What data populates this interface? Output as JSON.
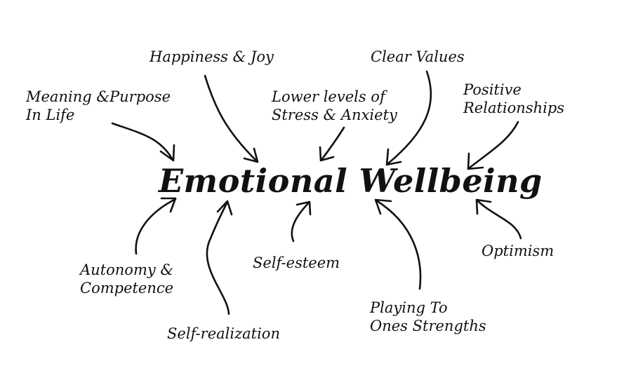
{
  "center": "Emotional Wellbeing",
  "labels": {
    "happiness": "Happiness & Joy",
    "clear_values": "Clear Values",
    "meaning": "Meaning &Purpose\nIn Life",
    "stress": "Lower levels of\nStress & Anxiety",
    "relationships": "Positive\nRelationships",
    "autonomy": "Autonomy &\nCompetence",
    "self_esteem": "Self-esteem",
    "optimism": "Optimism",
    "playing": "Playing To\nOnes Strengths",
    "self_realization": "Self-realization"
  },
  "colors": {
    "ink": "#111111",
    "background": "#ffffff"
  }
}
